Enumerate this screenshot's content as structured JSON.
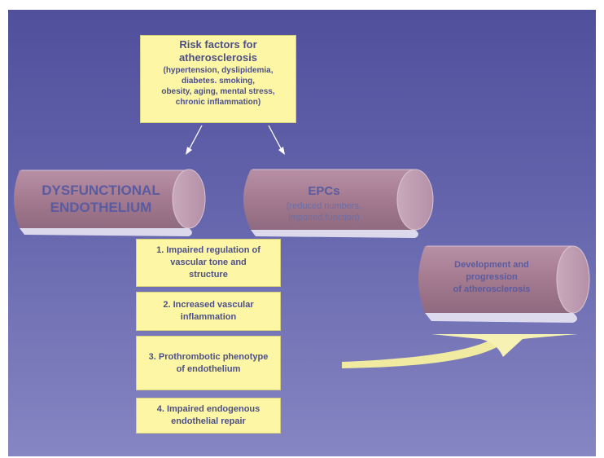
{
  "risk_factors": {
    "title_line1": "Risk factors for",
    "title_line2": "atherosclerosis",
    "items_line1": "(hypertension, dyslipidemia,",
    "items_line2": "diabetes. smoking,",
    "items_line3": "obesity, aging, mental stress,",
    "items_line4": "chronic inflammation)"
  },
  "dysfunctional_endothelium": {
    "line1": "DYSFUNCTIONAL",
    "line2": "ENDOTHELIUM"
  },
  "epcs": {
    "title": "EPCs",
    "sub_line1": "(reduced numbers,",
    "sub_line2": "impaired function)"
  },
  "effects": [
    {
      "line1": "1.   Impaired regulation of",
      "line2": "vascular tone and",
      "line3": "structure"
    },
    {
      "line1": "2. Increased vascular",
      "line2": "inflammation"
    },
    {
      "line1": "3.  Prothrombotic phenotype",
      "line2": "of endothelium"
    },
    {
      "line1": "4.  Impaired endogenous",
      "line2": "endothelial repair"
    }
  ],
  "outcome": {
    "line1": "Development and",
    "line2": "progression",
    "line3": "of atherosclerosis"
  },
  "colors": {
    "background_top": "#4f4f9c",
    "background_bottom": "#8686c3",
    "box_fill": "#fdf7a5",
    "cylinder_fill": "#a97f93",
    "text": "#4d4f88"
  }
}
